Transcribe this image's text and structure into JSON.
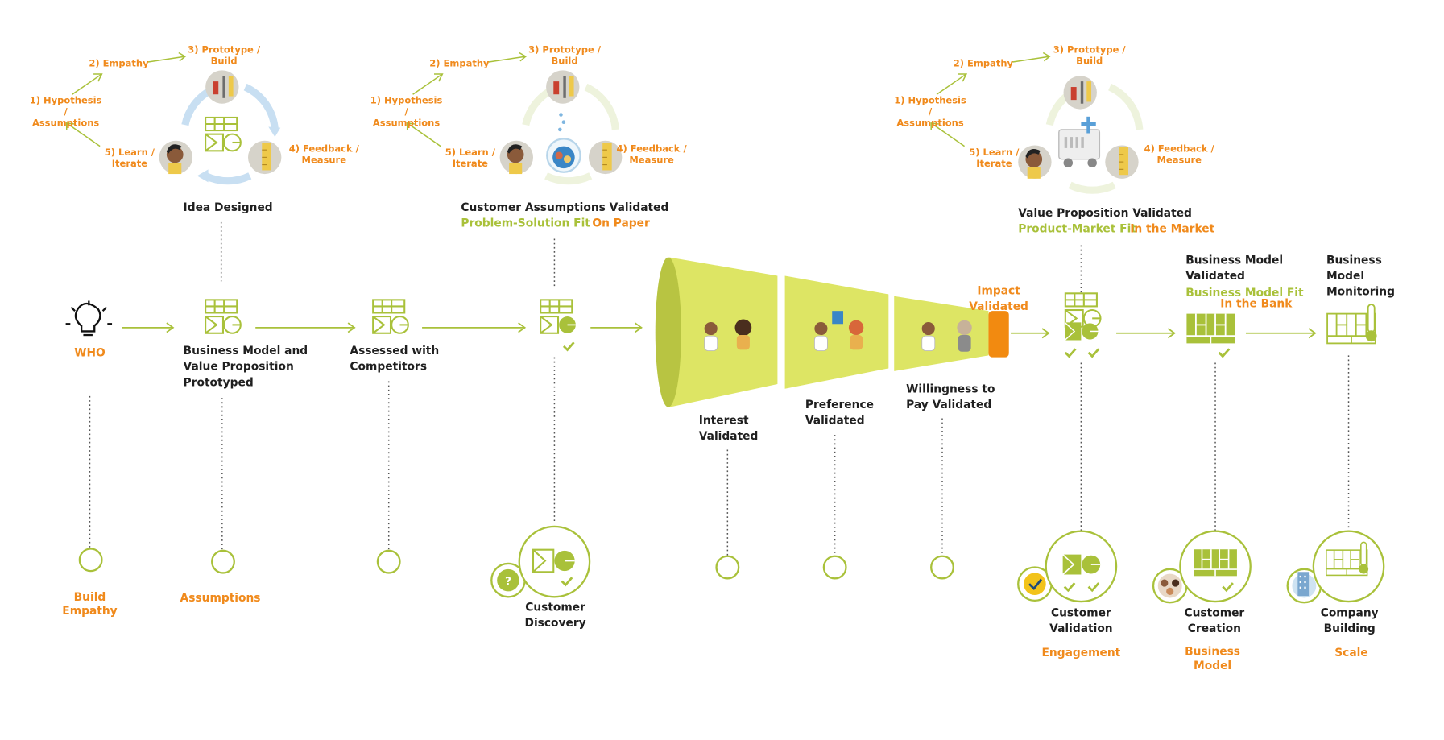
{
  "cycle_labels": {
    "hypothesis": "1) Hypothesis /\nAssumptions",
    "empathy": "2) Empathy",
    "prototype": "3) Prototype /\nBuild",
    "feedback": "4) Feedback /\nMeasure",
    "learn": "5) Learn /\nIterate"
  },
  "cycles": [
    {
      "title": "Idea Designed"
    },
    {
      "title": "Customer Assumptions Validated",
      "fit": "Problem-Solution Fit",
      "where": "On Paper"
    },
    {
      "title": "Value Proposition Validated",
      "fit": "Product-Market Fit",
      "where": "In the Market"
    }
  ],
  "timeline": {
    "who": "WHO",
    "bm_prototyped": "Business Model and\nValue Proposition\nPrototyped",
    "assessed": "Assessed with\nCompetitors",
    "impact": "Impact\nValidated",
    "bm_validated": "Business Model\nValidated",
    "bm_fit": "Business Model Fit",
    "in_bank": "In the Bank",
    "bm_monitoring": "Business\nModel\nMonitoring"
  },
  "funnel": {
    "interest": "Interest\nValidated",
    "preference": "Preference\nValidated",
    "willingness": "Willingness to\nPay Validated"
  },
  "stages": {
    "build_empathy": "Build\nEmpathy",
    "assumptions": "Assumptions",
    "customer_discovery": "Customer\nDiscovery",
    "customer_validation": "Customer\nValidation",
    "engagement": "Engagement",
    "customer_creation": "Customer\nCreation",
    "business_model": "Business\nModel",
    "company_building": "Company\nBuilding",
    "scale": "Scale"
  },
  "colors": {
    "green": "#a9c13a",
    "orange": "#f08a1c",
    "funnel": "#dde564",
    "funnel_dark": "#b8c442",
    "cycle_blue": "#c8dff2",
    "cycle_pale": "#eef3dd",
    "text": "#1f1f1f"
  }
}
